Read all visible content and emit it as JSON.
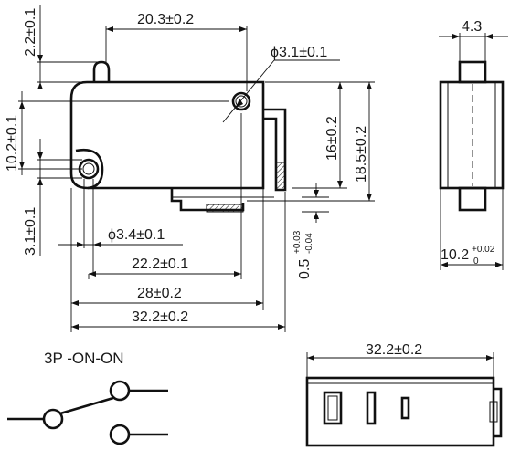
{
  "dimensions": {
    "top_width": "20.3±0.2",
    "hole_dia": "ϕ3.1±0.1",
    "left_top": "2.2±0.1",
    "left_mid": "10.2±0.1",
    "left_low": "3.1±0.1",
    "right_16": "16±0.2",
    "right_185": "18.5±0.2",
    "hole2_dia": "ϕ3.4±0.1",
    "dim_222": "22.2±0.1",
    "dim_28": "28±0.2",
    "dim_322": "32.2±0.2",
    "term_thk_base": "0.5",
    "term_thk_plus": "+0.03",
    "term_thk_minus": "-0.04",
    "side_width": "4.3",
    "side_height_base": "10.2",
    "side_height_plus": "+0.02",
    "side_height_minus": "0",
    "bottom_width": "32.2±0.2"
  },
  "schematic": {
    "label": "3P -ON-ON"
  }
}
